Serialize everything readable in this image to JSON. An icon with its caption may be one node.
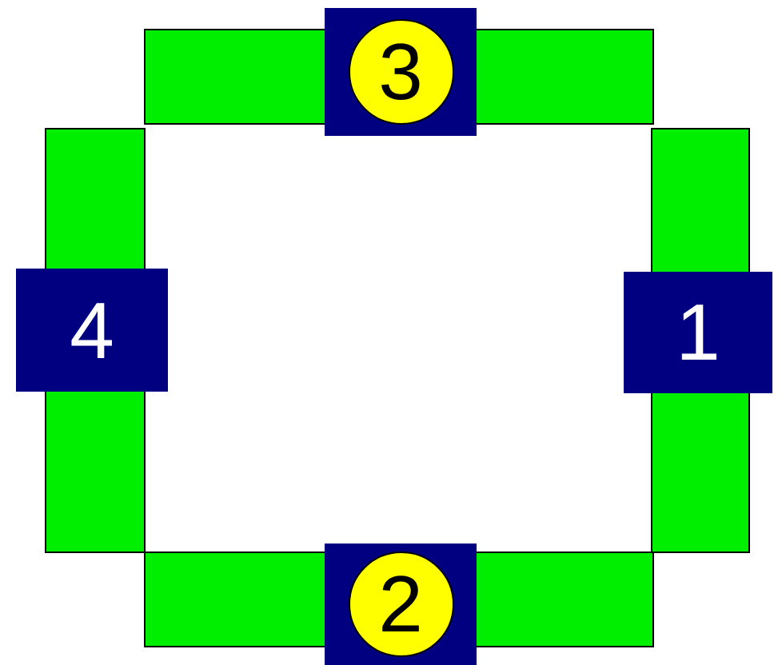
{
  "diagram": {
    "nodes": [
      {
        "text": [
          "3"
        ]
      },
      {
        "text": [
          "4"
        ]
      },
      {
        "text": [
          "1"
        ]
      },
      {
        "text": [
          "2"
        ]
      }
    ]
  }
}
